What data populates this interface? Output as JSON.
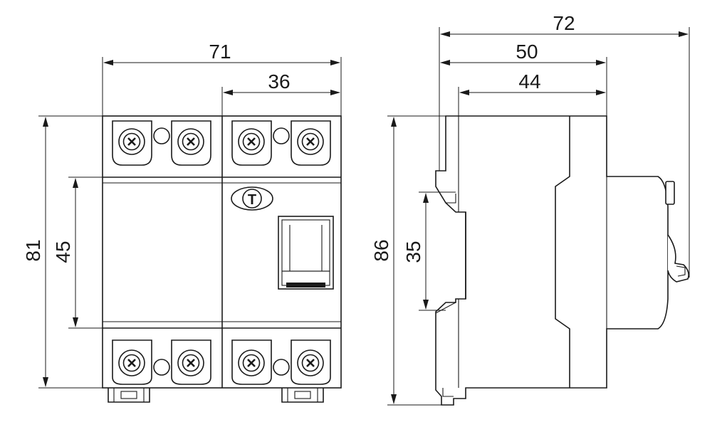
{
  "front_view": {
    "dim_overall_width": "71",
    "dim_pole_width": "36",
    "dim_height": "81",
    "dim_front_window": "45",
    "logo_letter": "T"
  },
  "side_view": {
    "dim_depth_total": "72",
    "dim_depth_body": "50",
    "dim_depth_rail": "44",
    "dim_height": "86",
    "dim_rail": "35"
  }
}
